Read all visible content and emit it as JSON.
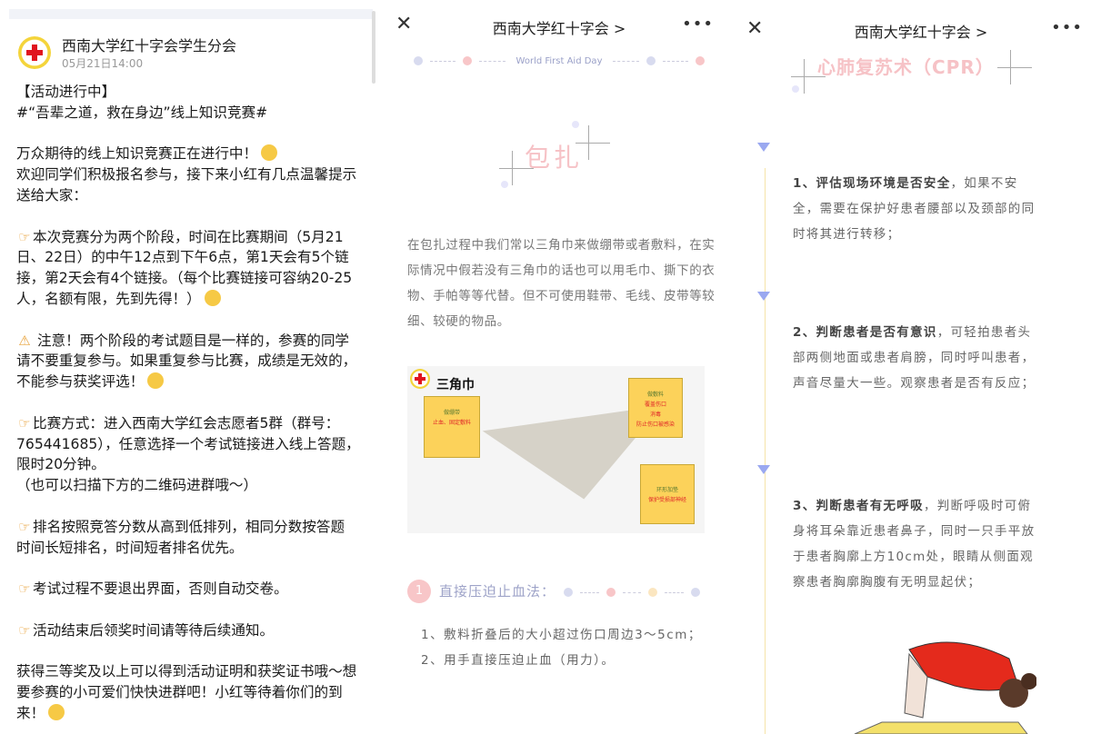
{
  "post": {
    "org_name": "西南大学红十字会学生分会",
    "date": "05月21日14:00",
    "lines": [
      {
        "text": "【活动进行中】"
      },
      {
        "text": "#“吾辈之道，救在身边”线上知识竞赛#"
      },
      {
        "text": ""
      },
      {
        "text": "万众期待的线上知识竞赛正在进行中！",
        "emoji": "sleepy-face"
      },
      {
        "text": "欢迎同学们积极报名参与，接下来小红有几点温馨提示"
      },
      {
        "text": "送给大家："
      },
      {
        "text": ""
      },
      {
        "icon": "☞",
        "text": "本次竞赛分为两个阶段，时间在比赛期间（5月21"
      },
      {
        "text": "日、22日）的中午12点到下午6点，第1天会有5个链"
      },
      {
        "text": "接，第2天会有4个链接。（每个比赛链接可容纳20-25"
      },
      {
        "text": "人，名额有限，先到先得！）",
        "emoji": "thinking-face"
      },
      {
        "text": ""
      },
      {
        "icon": "⚠",
        "text": " 注意！两个阶段的考试题目是一样的，参赛的同学"
      },
      {
        "text": "请不要重复参与。如果重复参与比赛，成绩是无效的，"
      },
      {
        "text": "不能参与获奖评选！",
        "emoji": "smiling-face"
      },
      {
        "text": ""
      },
      {
        "icon": "☞",
        "text": "比赛方式：进入西南大学红会志愿者5群（群号："
      },
      {
        "text": "765441685），任意选择一个考试链接进入线上答题，"
      },
      {
        "text": "限时20分钟。"
      },
      {
        "text": "（也可以扫描下方的二维码进群哦～）"
      },
      {
        "text": ""
      },
      {
        "icon": "☞",
        "text": "排名按照竞答分数从高到低排列，相同分数按答题"
      },
      {
        "text": "时间长短排名，时间短者排名优先。"
      },
      {
        "text": ""
      },
      {
        "icon": "☞",
        "text": "考试过程不要退出界面，否则自动交卷。"
      },
      {
        "text": ""
      },
      {
        "icon": "☞",
        "text": "活动结束后领奖时间请等待后续通知。"
      },
      {
        "text": ""
      },
      {
        "text": "获得三等奖及以上可以得到活动证明和获奖证书哦～想"
      },
      {
        "text": "要参赛的小可爱们快快进群吧！小红等待着你们的到"
      },
      {
        "text": "来！",
        "emoji": "laughing-face"
      }
    ]
  },
  "article1": {
    "title": "西南大学红十字会 >",
    "more": "•••",
    "close": "✕",
    "banner": "World First Aid Day",
    "section_title": "包扎",
    "paragraph": "在包扎过程中我们常以三角巾来做绷带或者敷料，在实际情况中假若没有三角巾的话也可以用毛巾、撕下的衣物、手帕等等代替。但不可使用鞋带、毛线、皮带等较细、较硬的物品。",
    "image": {
      "title": "三角巾",
      "callouts": [
        {
          "label": "做绷带",
          "detail": [
            "止血、固定敷料"
          ]
        },
        {
          "label": "做敷料",
          "detail": [
            "覆盖伤口",
            "消毒",
            "防止伤口被感染"
          ]
        },
        {
          "label": "环形加垫",
          "detail": [
            "保护受损部神经"
          ]
        }
      ]
    },
    "method_number": "1",
    "method_title": "直接压迫止血法：",
    "steps": [
      "1、敷料折叠后的大小超过伤口周边3～5cm；",
      "2、用手直接压迫止血（用力）。"
    ]
  },
  "article2": {
    "title": "西南大学红十字会 >",
    "more": "•••",
    "close": "✕",
    "section_title": "心肺复苏术（CPR）",
    "steps": [
      {
        "bold": "1、评估现场环境是否安全",
        "rest": "，如果不安全，需要在保护好患者腰部以及颈部的同时将其进行转移；"
      },
      {
        "bold": "2、判断患者是否有意识",
        "rest": "，可轻拍患者头部两侧地面或患者肩膀，同时呼叫患者，声音尽量大一些。观察患者是否有反应；"
      },
      {
        "bold": "3、判断患者有无呼吸",
        "rest": "，判断呼吸时可俯身将耳朵靠近患者鼻子，同时一只手平放于患者胸廓上方10cm处，眼睛从侧面观察患者胸廓胸腹有无明显起伏；"
      }
    ]
  },
  "colors": {
    "red": "#e0141e",
    "pink": "#f6c2c6",
    "lavender": "#9aa0c8",
    "yellow": "#fcd25a"
  }
}
